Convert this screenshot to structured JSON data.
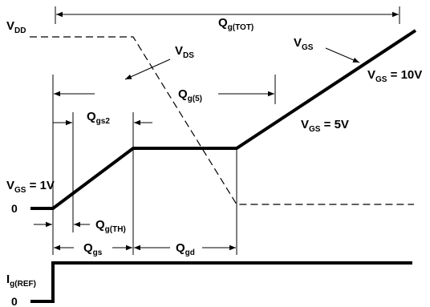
{
  "labels": {
    "vdd": {
      "main": "V",
      "sub": "DD"
    },
    "qg_tot": {
      "main": "Q",
      "sub": "g(TOT)"
    },
    "vds": {
      "main": "V",
      "sub": "DS"
    },
    "vgs_arrow": {
      "main": "V",
      "sub": "GS"
    },
    "vgs_10v": {
      "main": "V",
      "sub": "GS",
      "value": " = 10V"
    },
    "qg5": {
      "main": "Q",
      "sub": "g(5)"
    },
    "qgs2": {
      "main": "Q",
      "sub": "gs2"
    },
    "vgs_5v": {
      "main": "V",
      "sub": "GS",
      "value": " = 5V"
    },
    "vgs_1v": {
      "main": "V",
      "sub": "GS",
      "value": " = 1V"
    },
    "zero_top": "0",
    "qg_th": {
      "main": "Q",
      "sub": "g(TH)"
    },
    "qgs": {
      "main": "Q",
      "sub": "gs"
    },
    "qgd": {
      "main": "Q",
      "sub": "gd"
    },
    "ig_ref": {
      "main": "I",
      "sub": "g(REF)"
    },
    "zero_bottom": "0"
  }
}
